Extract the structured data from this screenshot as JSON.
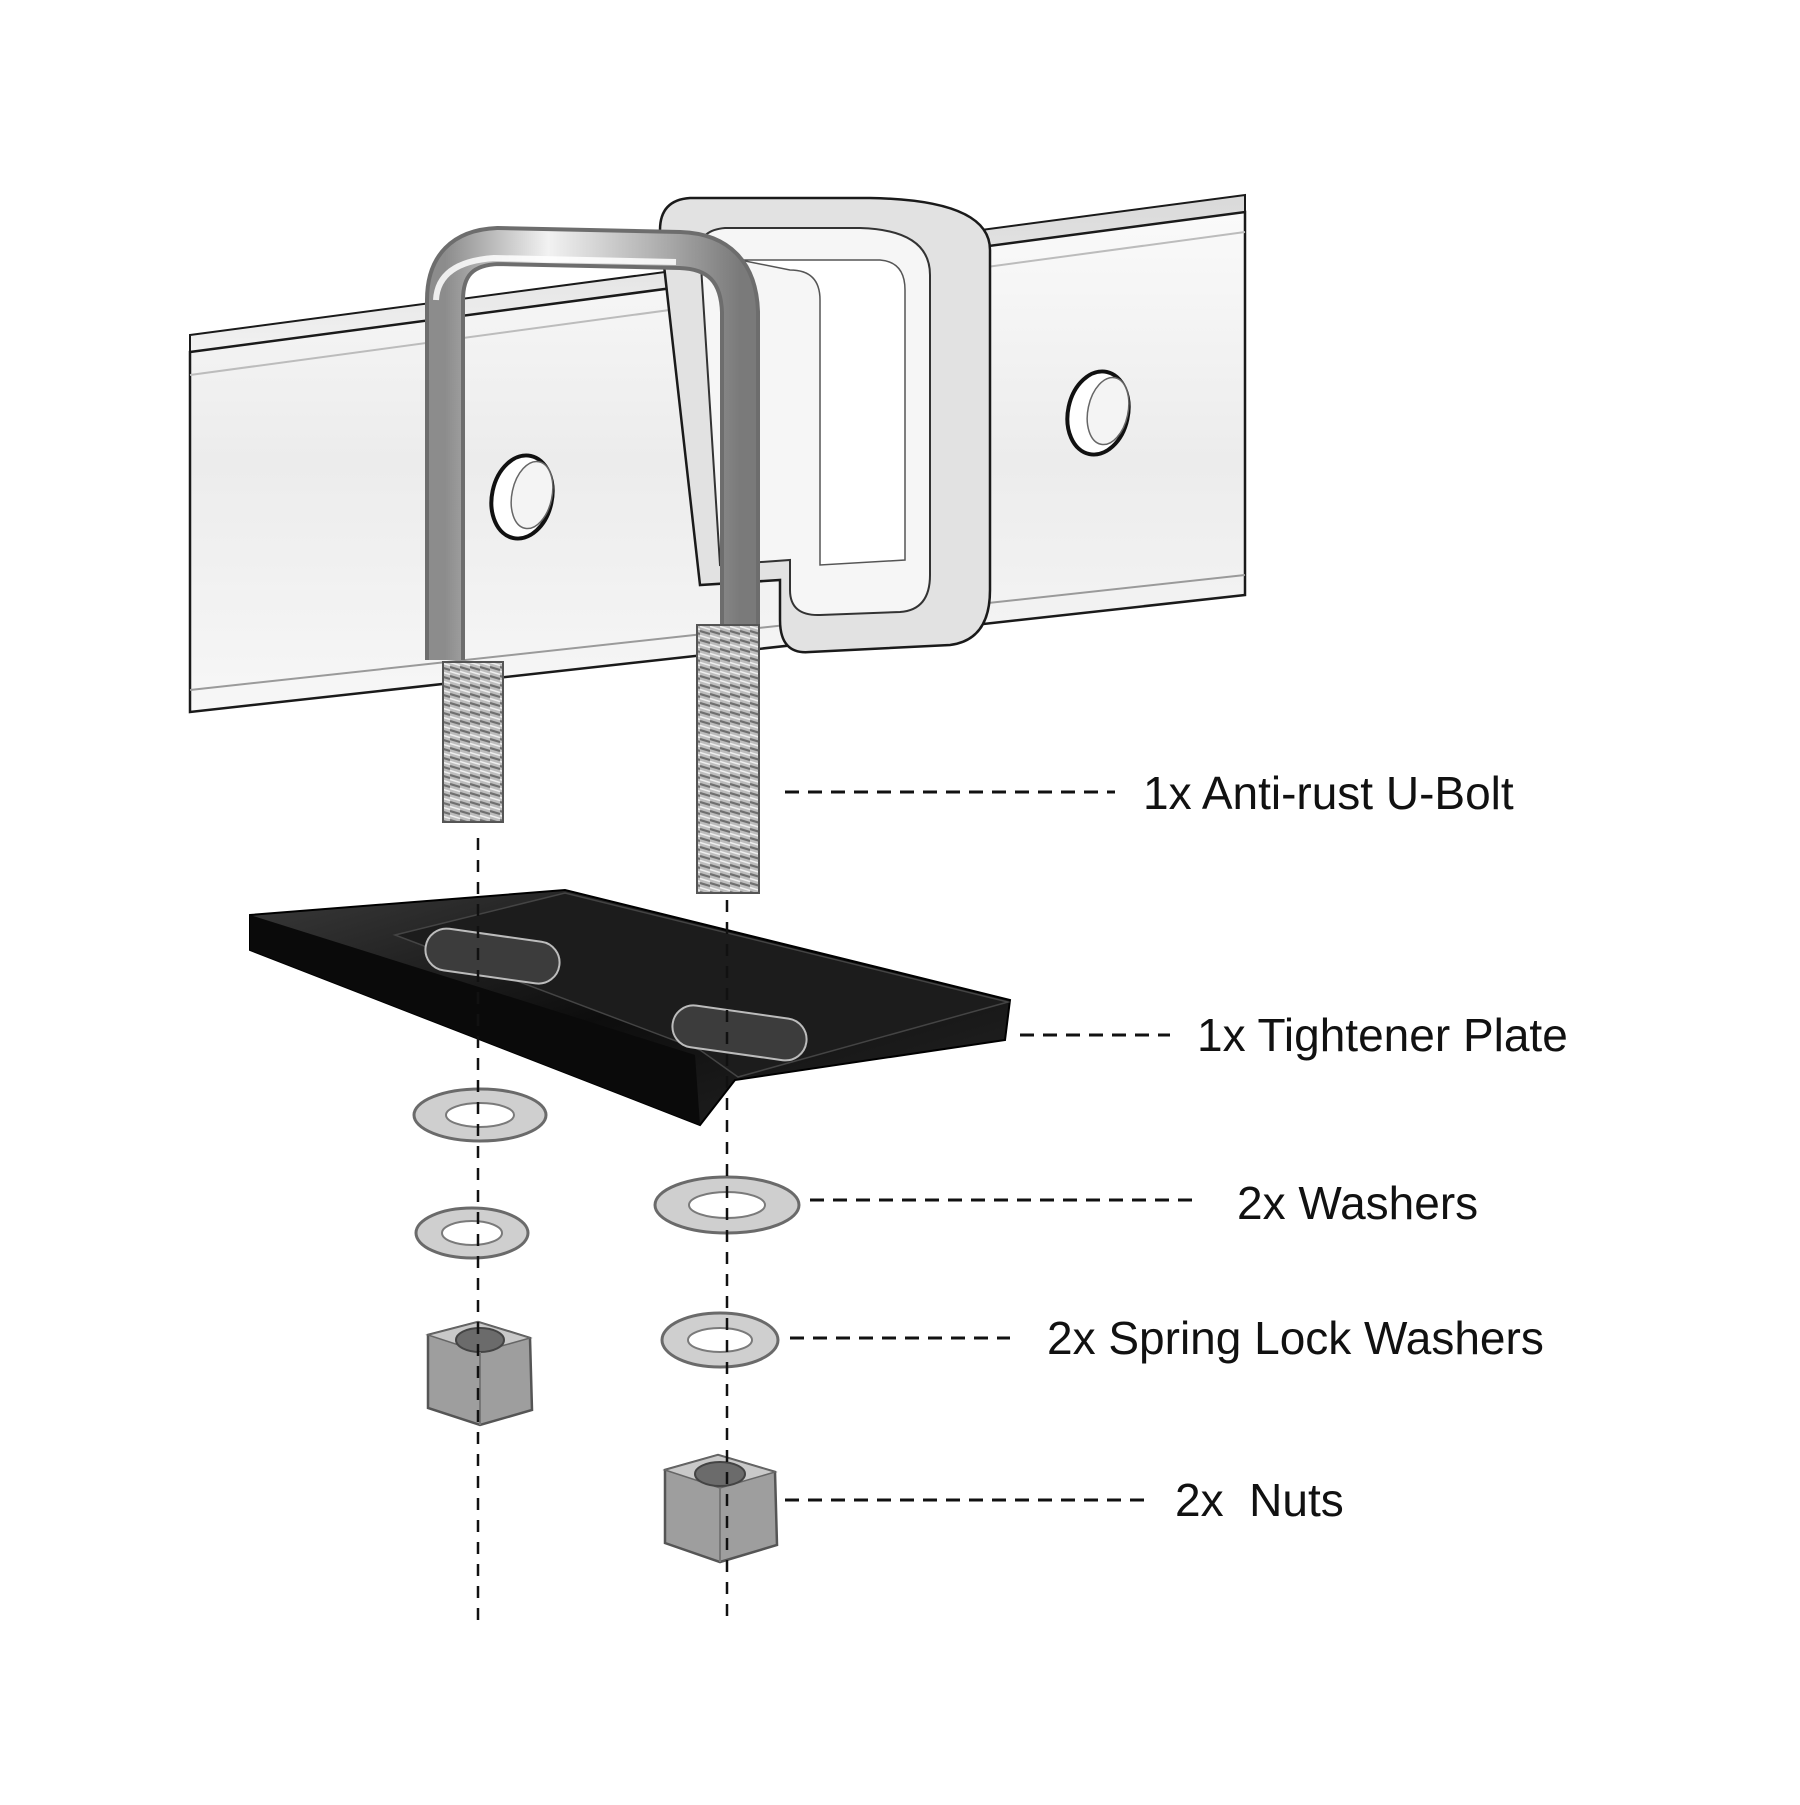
{
  "callouts": [
    {
      "key": "u_bolt",
      "text": "1x Anti-rust U-Bolt"
    },
    {
      "key": "tightener_plate",
      "text": "1x Tightener Plate"
    },
    {
      "key": "washers",
      "text": "2x Washers"
    },
    {
      "key": "spring_lock_washers",
      "text": "2x Spring Lock Washers"
    },
    {
      "key": "nuts",
      "text": "2x  Nuts"
    }
  ],
  "colors": {
    "tube_fill": "#f4f4f4",
    "tube_stroke": "#1a1a1a",
    "steel_light": "#e6e6e6",
    "steel_mid": "#b9b9b9",
    "steel_dark": "#7d7d7d",
    "plate": "#111111",
    "text": "#111111"
  }
}
